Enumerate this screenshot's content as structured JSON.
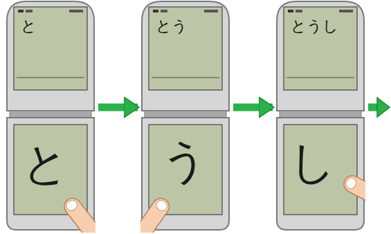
{
  "diagram": {
    "nodes": [
      {
        "text": [
          "と",
          "と"
        ]
      },
      {
        "text": [
          "とう",
          "う"
        ]
      },
      {
        "text": [
          "とうし",
          "し"
        ]
      }
    ],
    "edges": [
      {
        "from": 0,
        "to": 1,
        "arrow": "to"
      },
      {
        "from": 1,
        "to": 2,
        "arrow": "to"
      }
    ]
  }
}
